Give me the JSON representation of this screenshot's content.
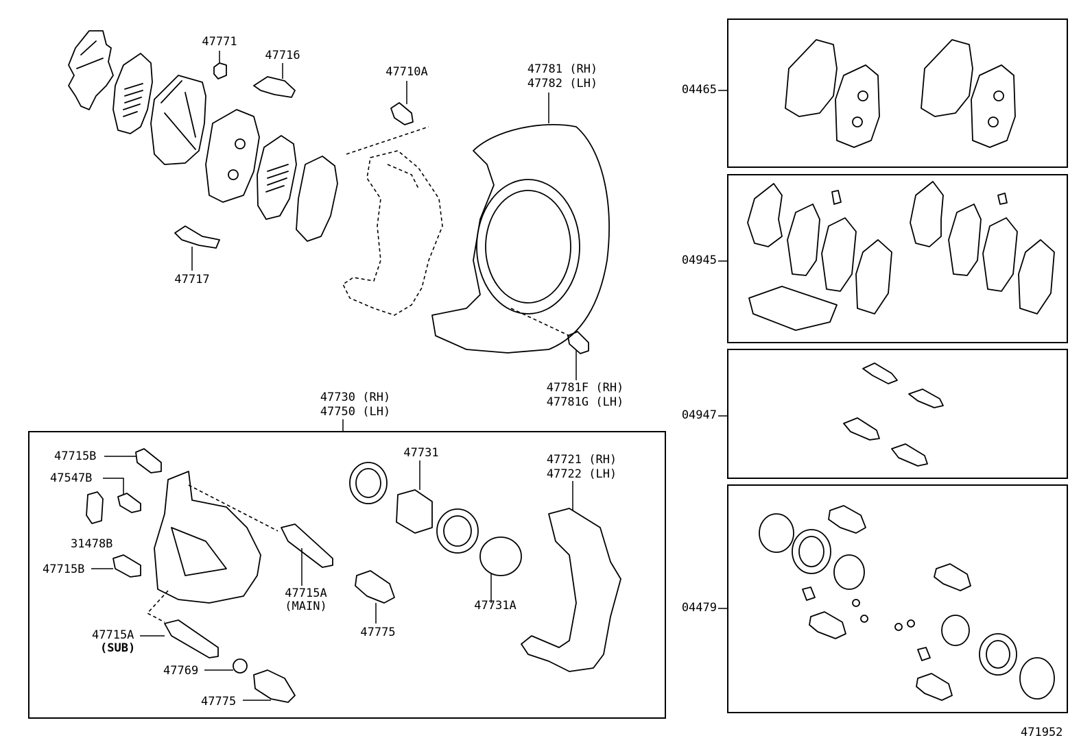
{
  "figure_id": "471952",
  "labels": {
    "p47771": "47771",
    "p47716": "47716",
    "p47717": "47717",
    "p47710A": "47710A",
    "p47781_rh": "47781 (RH)",
    "p47782_lh": "47782 (LH)",
    "p47781F_rh": "47781F (RH)",
    "p47781G_lh": "47781G (LH)",
    "p47730_rh": "47730 (RH)",
    "p47750_lh": "47750 (LH)",
    "p47715B_top": "47715B",
    "p47547B": "47547B",
    "p31478B": "31478B",
    "p47715B_mid": "47715B",
    "p47715A_main": "47715A",
    "main_note": "(MAIN)",
    "p47715A_sub": "47715A",
    "sub_note": "(SUB)",
    "p47769": "47769",
    "p47775_bottom": "47775",
    "p47775_mid": "47775",
    "p47731": "47731",
    "p47731A": "47731A",
    "p47721_rh": "47721 (RH)",
    "p47722_lh": "47722 (LH)"
  },
  "kits": [
    {
      "code": "04465"
    },
    {
      "code": "04945"
    },
    {
      "code": "04947"
    },
    {
      "code": "04479"
    }
  ]
}
